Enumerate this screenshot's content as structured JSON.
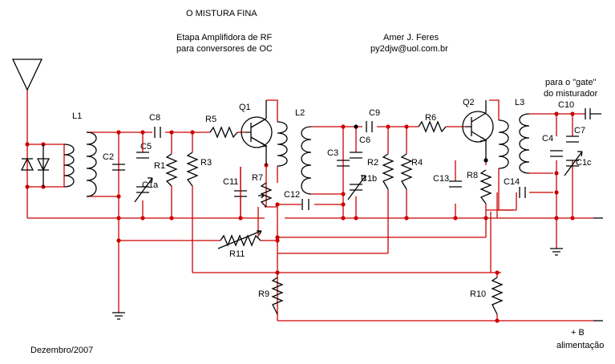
{
  "header": {
    "title": "O  MISTURA  FINA",
    "subtitle_line1": "Etapa Amplifidora de RF",
    "subtitle_line2": "para conversores de OC",
    "author_name": "Amer J. Feres",
    "author_email": "py2djw@uol.com.br",
    "gate_note_line1": "para o \"gate\"",
    "gate_note_line2": "do misturador"
  },
  "footer": {
    "date": "Dezembro/2007",
    "supply_line1": "+ B",
    "supply_line2": "alimentação"
  },
  "components": {
    "L1": "L1",
    "L2": "L2",
    "L3": "L3",
    "C2": "C2",
    "C3": "C3",
    "C4": "C4",
    "C5": "C5",
    "C6": "C6",
    "C7": "C7",
    "C8": "C8",
    "C9": "C9",
    "C10": "C10",
    "C11": "C11",
    "C12": "C12",
    "C13": "C13",
    "C14": "C14",
    "C1a": "C1a",
    "C1b": "C1b",
    "C1c": "C1c",
    "R1": "R1",
    "R2": "R2",
    "R3": "R3",
    "R4": "R4",
    "R5": "R5",
    "R6": "R6",
    "R7": "R7",
    "R8": "R8",
    "R9": "R9",
    "R10": "R10",
    "R11": "R11",
    "Q1": "Q1",
    "Q2": "Q2"
  },
  "colors": {
    "wire": "#cc0000",
    "component": "#000000",
    "background": "#ffffff"
  }
}
